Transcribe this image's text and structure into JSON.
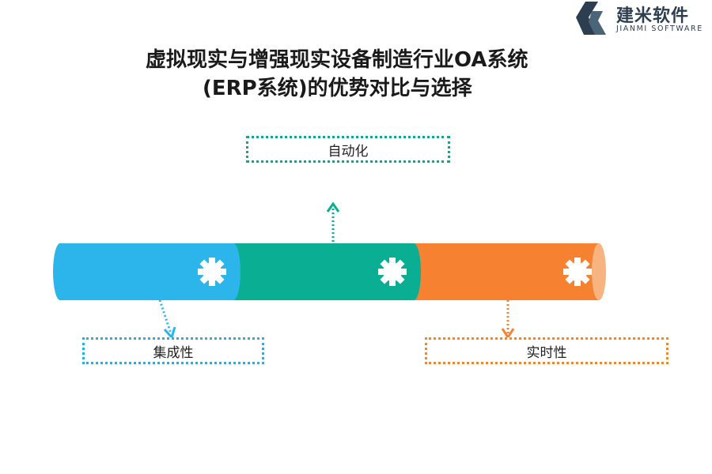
{
  "brand": {
    "name_cn": "建米软件",
    "name_en": "JIANMI SOFTWARE"
  },
  "title": {
    "line1": "虚拟现实与增强现实设备制造行业OA系统",
    "line2": "(ERP系统)的优势对比与选择"
  },
  "labels": {
    "top": "自动化",
    "bottom_left": "集成性",
    "bottom_right": "实时性"
  },
  "colors": {
    "blue": "#2bb5ea",
    "green": "#0aae92",
    "orange": "#f58131",
    "logo_dark": "#2c3e50"
  },
  "icons": [
    "gear-icon",
    "gear-icon",
    "gear-icon"
  ]
}
